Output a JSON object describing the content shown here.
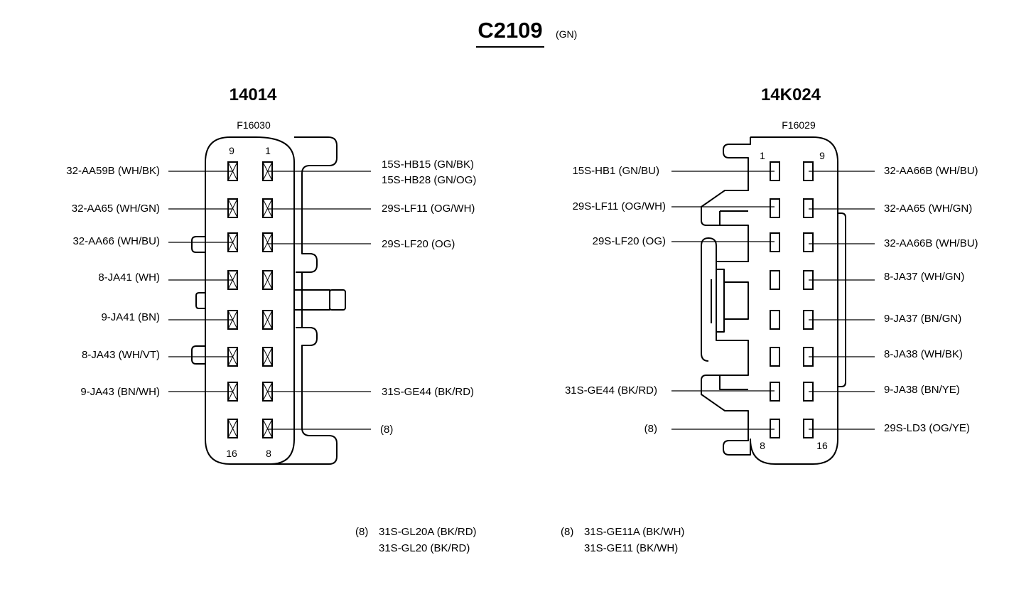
{
  "title": {
    "code": "C2109",
    "color": "(GN)"
  },
  "connectors": [
    {
      "name": "14014",
      "part": "F16030",
      "pin_numbers": {
        "top_left": "9",
        "top_right": "1",
        "bottom_left": "16",
        "bottom_right": "8"
      },
      "left_labels": [
        "32-AA59B (WH/BK)",
        "32-AA65 (WH/GN)",
        "32-AA66 (WH/BU)",
        "8-JA41 (WH)",
        "9-JA41 (BN)",
        "8-JA43 (WH/VT)",
        "9-JA43 (BN/WH)"
      ],
      "right_labels": [
        "15S-HB15 (GN/BK)",
        "15S-HB28 (GN/OG)",
        "29S-LF11 (OG/WH)",
        "29S-LF20 (OG)",
        "31S-GE44 (BK/RD)",
        "(8)"
      ]
    },
    {
      "name": "14K024",
      "part": "F16029",
      "pin_numbers": {
        "top_left": "1",
        "top_right": "9",
        "bottom_left": "8",
        "bottom_right": "16"
      },
      "left_labels": [
        "15S-HB1 (GN/BU)",
        "29S-LF11 (OG/WH)",
        "29S-LF20 (OG)",
        "31S-GE44 (BK/RD)",
        "(8)"
      ],
      "right_labels": [
        "32-AA66B (WH/BU)",
        "32-AA65 (WH/GN)",
        "32-AA66B (WH/BU)",
        "8-JA37 (WH/GN)",
        "9-JA37 (BN/GN)",
        "8-JA38 (WH/BK)",
        "9-JA38 (BN/YE)",
        "29S-LD3 (OG/YE)"
      ]
    }
  ],
  "footnotes": [
    {
      "marker": "(8)",
      "lines": [
        "31S-GL20A (BK/RD)",
        "31S-GL20 (BK/RD)"
      ]
    },
    {
      "marker": "(8)",
      "lines": [
        "31S-GE11A (BK/WH)",
        "31S-GE11 (BK/WH)"
      ]
    }
  ]
}
